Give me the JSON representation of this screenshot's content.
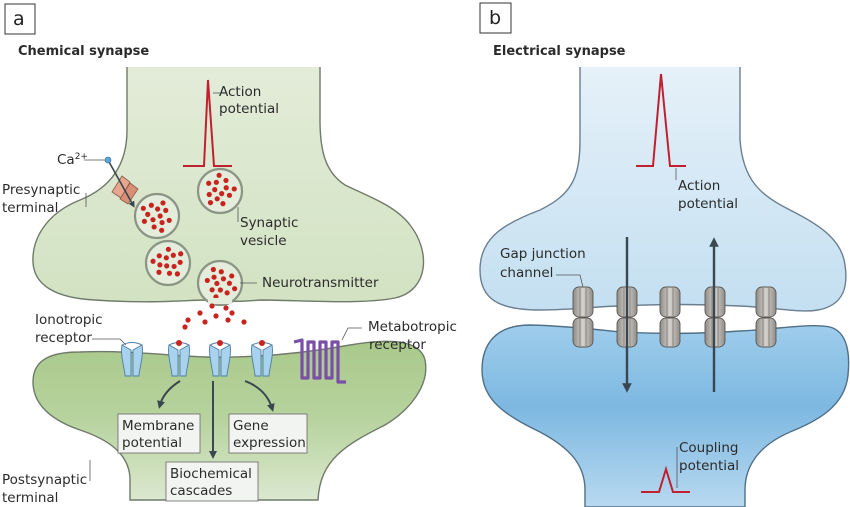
{
  "panels": [
    {
      "letter": "a",
      "title": "Chemical synapse",
      "labels": {
        "action_potential_1": "Action",
        "action_potential_2": "potential",
        "calcium": "Ca",
        "calcium_sup": "2+",
        "presynaptic_1": "Presynaptic",
        "presynaptic_2": "terminal",
        "synaptic_vesicle_1": "Synaptic",
        "synaptic_vesicle_2": "vesicle",
        "neurotransmitter": "Neurotransmitter",
        "ionotropic_1": "Ionotropic",
        "ionotropic_2": "receptor",
        "metabotropic_1": "Metabotropic",
        "metabotropic_2": "receptor",
        "membrane_potential_1": "Membrane",
        "membrane_potential_2": "potential",
        "gene_expression_1": "Gene",
        "gene_expression_2": "expression",
        "biochemical_1": "Biochemical",
        "biochemical_2": "cascades",
        "postsynaptic_1": "Postsynaptic",
        "postsynaptic_2": "terminal"
      }
    },
    {
      "letter": "b",
      "title": "Electrical synapse",
      "labels": {
        "action_potential_1": "Action",
        "action_potential_2": "potential",
        "gap_junction_1": "Gap junction",
        "gap_junction_2": "channel",
        "coupling_1": "Coupling",
        "coupling_2": "potential"
      }
    }
  ],
  "colors": {
    "chemical_fill_top": "#dfe9d2",
    "chemical_fill_bottom": "#b5d09a",
    "electrical_fill_top": "#e2eff8",
    "electrical_fill_bottom": "#8ec3e6",
    "spike": "#c0202f",
    "vesicle_dot": "#c8231f",
    "receptor": "#a9d2ee",
    "metabotropic": "#7a4fa6",
    "arrow": "#3a4650",
    "gap_channel": "#a8a4a0"
  }
}
